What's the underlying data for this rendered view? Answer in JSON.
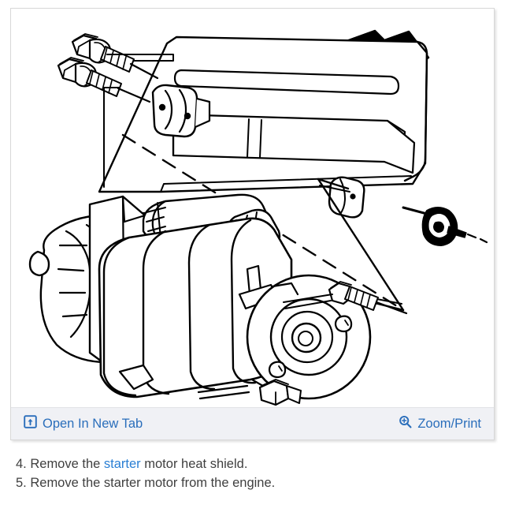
{
  "figure": {
    "alt_title": "Starter motor and heat shield exploded view",
    "description": "Line-art exploded technical illustration of an engine starter motor, its heat shield bracket, two flange bolts and a mounting nut, with a 3D block arrow indicating removal direction.",
    "line_color": "#000000",
    "background": "#ffffff"
  },
  "toolbar": {
    "background": "#f0f1f5",
    "link_color": "#2a6ebb",
    "open_new_tab": {
      "label": "Open In New Tab",
      "icon": "external-link-icon"
    },
    "zoom_print": {
      "label": "Zoom/Print",
      "icon": "magnifier-plus-icon"
    }
  },
  "steps": {
    "text_color": "#3f3f3f",
    "link_color": "#2a7fd4",
    "items": [
      {
        "number": "4.",
        "before": " Remove the ",
        "link": "starter",
        "after": " motor heat shield."
      },
      {
        "number": "5.",
        "before": " Remove the starter motor from the engine.",
        "link": "",
        "after": ""
      }
    ]
  }
}
